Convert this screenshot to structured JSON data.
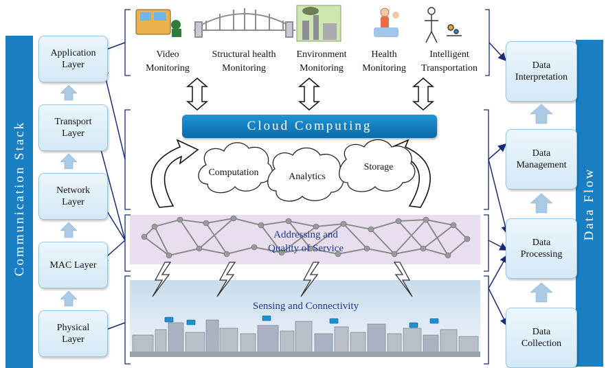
{
  "left_bar": {
    "title": "Communication Stack"
  },
  "right_bar": {
    "title": "Data Flow"
  },
  "stack_layers": [
    {
      "label": "Application\nLayer"
    },
    {
      "label": "Transport\nLayer"
    },
    {
      "label": "Network\nLayer"
    },
    {
      "label": "MAC Layer"
    },
    {
      "label": "Physical\nLayer"
    }
  ],
  "flow_steps": [
    {
      "label": "Data\nInterpretation"
    },
    {
      "label": "Data\nManagement"
    },
    {
      "label": "Data\nProcessing"
    },
    {
      "label": "Data\nCollection"
    }
  ],
  "applications": [
    {
      "label": "Video\nMonitoring",
      "icon": "video-monitoring-icon"
    },
    {
      "label": "Structural health\nMonitoring",
      "icon": "bridge-icon"
    },
    {
      "label": "Environment\nMonitoring",
      "icon": "factory-icon"
    },
    {
      "label": "Health\nMonitoring",
      "icon": "health-icon"
    },
    {
      "label": "Intelligent\nTransportation",
      "icon": "transportation-icon"
    }
  ],
  "cloud_computing": {
    "title": "Cloud Computing"
  },
  "cloud_services": [
    {
      "label": "Computation"
    },
    {
      "label": "Analytics"
    },
    {
      "label": "Storage"
    }
  ],
  "network_band": {
    "label": "Addressing and\nQuality of Service"
  },
  "sensing_band": {
    "label": "Sensing and Connectivity"
  },
  "colors": {
    "bar_blue": "#1a7fc2",
    "cloud_bar": "#1580c4",
    "network_band": "#e8def0",
    "sensing_band": "#d6e6f2",
    "arrow_navy": "#1b2a78",
    "up_arrow": "#a9c9e4"
  }
}
